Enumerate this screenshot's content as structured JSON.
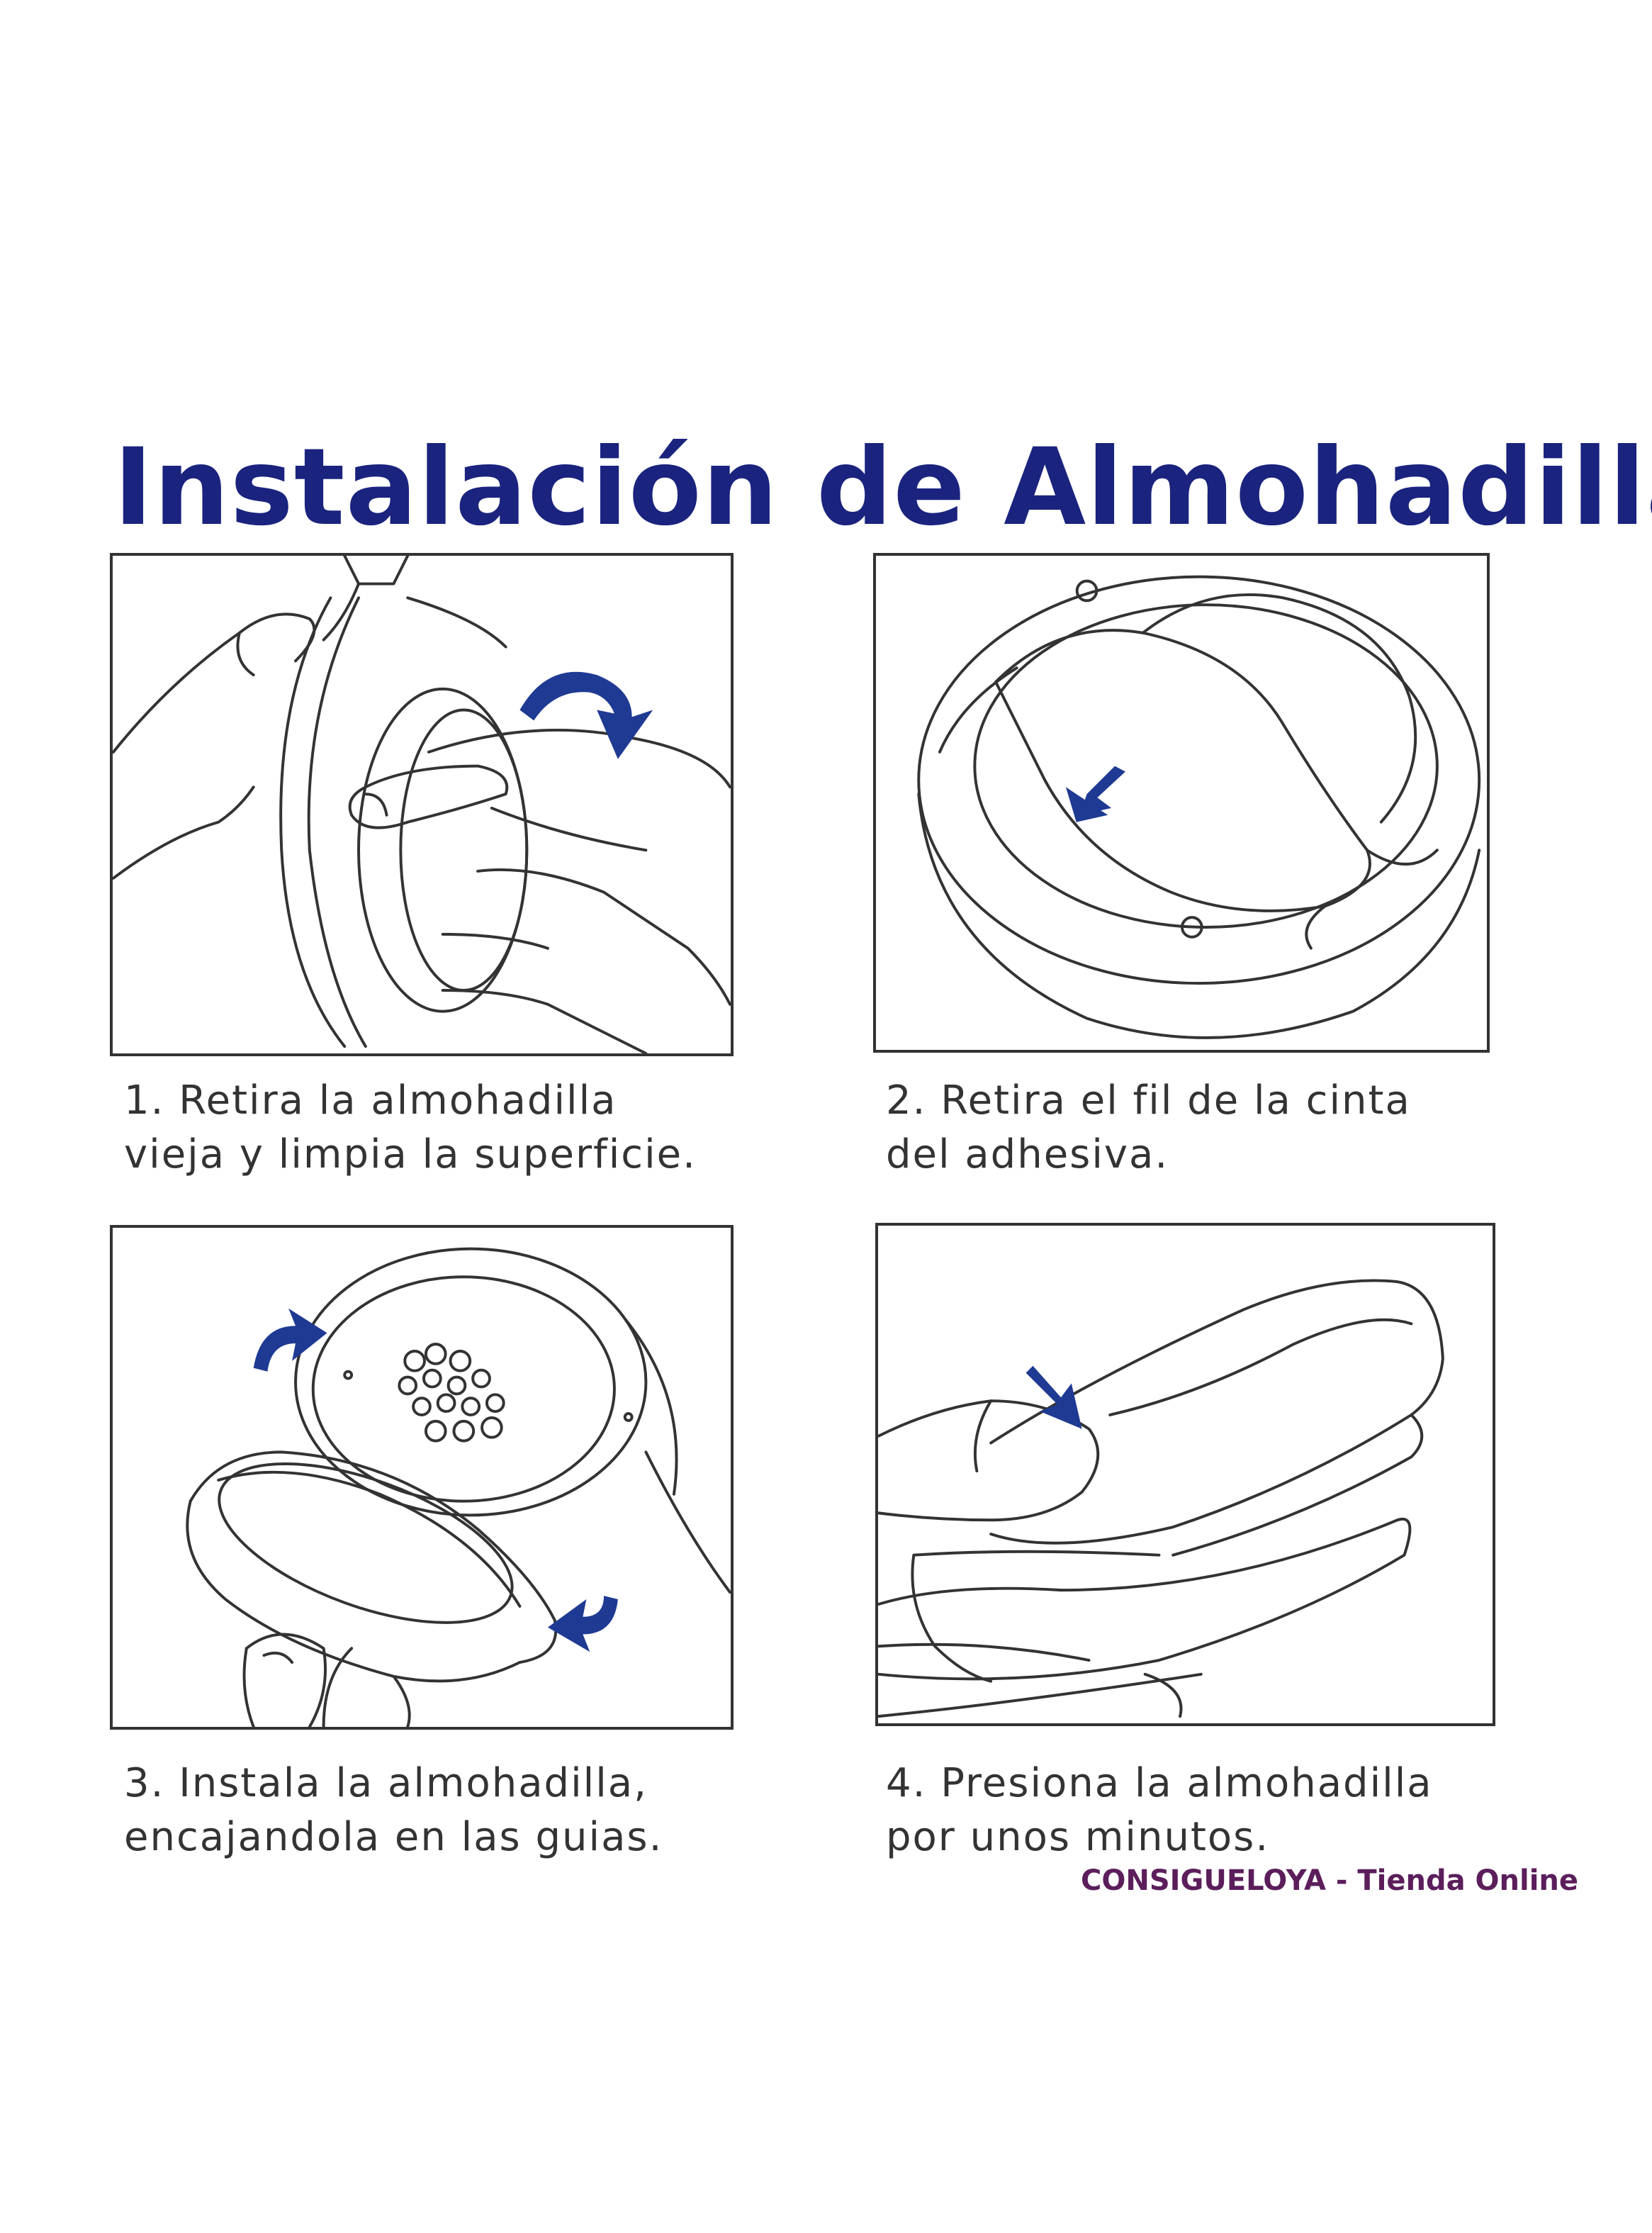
{
  "title": "Instalación de Almohadilla",
  "steps": [
    {
      "line1": "1. Retira la almohadilla",
      "line2": "vieja y limpia la superficie."
    },
    {
      "line1": "2. Retira el fil de la cinta",
      "line2": "del adhesiva."
    },
    {
      "line1": "3. Instala la almohadilla,",
      "line2": "encajandola en las guias."
    },
    {
      "line1": "4. Presiona la almohadilla",
      "line2": "por unos minutos."
    }
  ],
  "footer": "CONSIGUELOYA - Tienda Online",
  "colors": {
    "title": "#1a237e",
    "arrow": "#1f3a93",
    "footer": "#5b1e5b",
    "line": "#333333"
  },
  "icons": [
    "remove-earpad-illustration",
    "peel-adhesive-illustration",
    "install-earpad-illustration",
    "press-earpad-illustration"
  ]
}
